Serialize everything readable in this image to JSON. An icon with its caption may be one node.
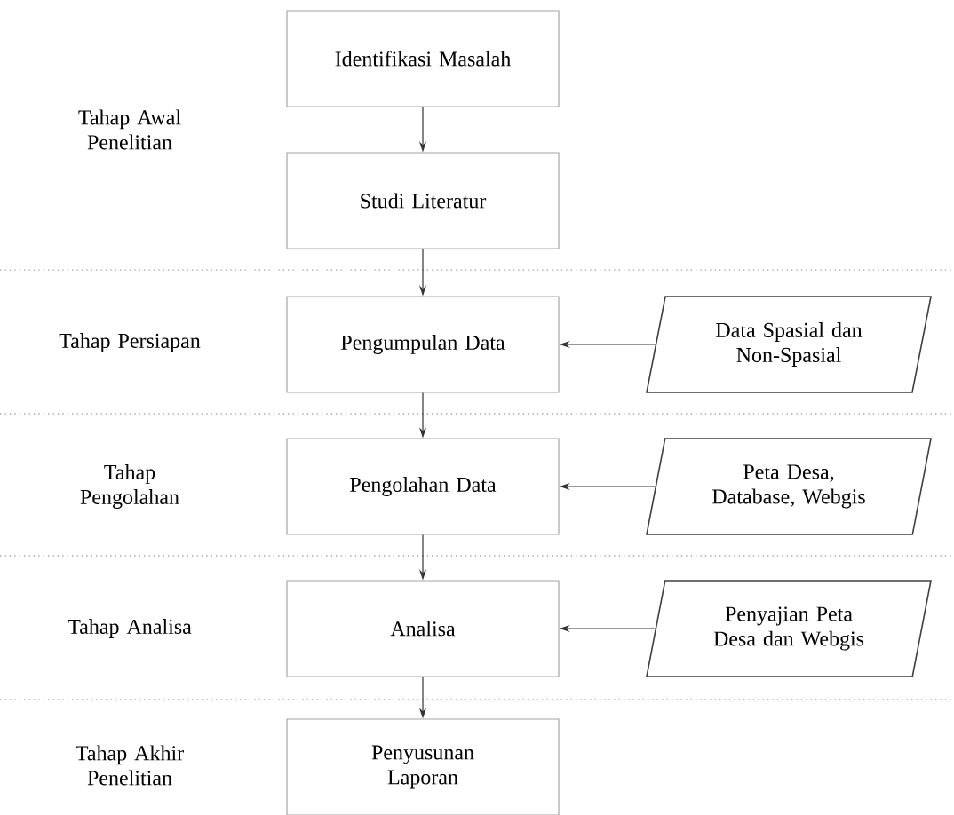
{
  "diagram": {
    "nodes": [
      {
        "text": [
          "Identifikasi Masalah"
        ]
      },
      {
        "text": [
          "Studi Literatur"
        ]
      },
      {
        "text": [
          "Pengumpulan Data"
        ]
      },
      {
        "text": [
          "Data Spasial dan Non-Spasial"
        ]
      },
      {
        "text": [
          "Pengolahan Data"
        ]
      },
      {
        "text": [
          "Peta Desa, Database, Webgis"
        ]
      },
      {
        "text": [
          "Analisa"
        ]
      },
      {
        "text": [
          "Penyajian Peta Desa dan Webgis"
        ]
      },
      {
        "text": [
          "Penyusunan Laporan"
        ]
      }
    ],
    "edges": [
      {
        "from": 0,
        "to": 1,
        "arrow": "to"
      },
      {
        "from": 1,
        "to": 2,
        "arrow": "to"
      },
      {
        "from": 3,
        "to": 2,
        "arrow": "to"
      },
      {
        "from": 2,
        "to": 4,
        "arrow": "to"
      },
      {
        "from": 5,
        "to": 4,
        "arrow": "to"
      },
      {
        "from": 4,
        "to": 6,
        "arrow": "to"
      },
      {
        "from": 7,
        "to": 6,
        "arrow": "to"
      },
      {
        "from": 6,
        "to": 8,
        "arrow": "to"
      }
    ],
    "labels": [
      "Tahap Awal Penelitian",
      "Tahap Persiapan",
      "Tahap Pengolahan",
      "Tahap Analisa",
      "Tahap Akhir Penelitian"
    ]
  }
}
